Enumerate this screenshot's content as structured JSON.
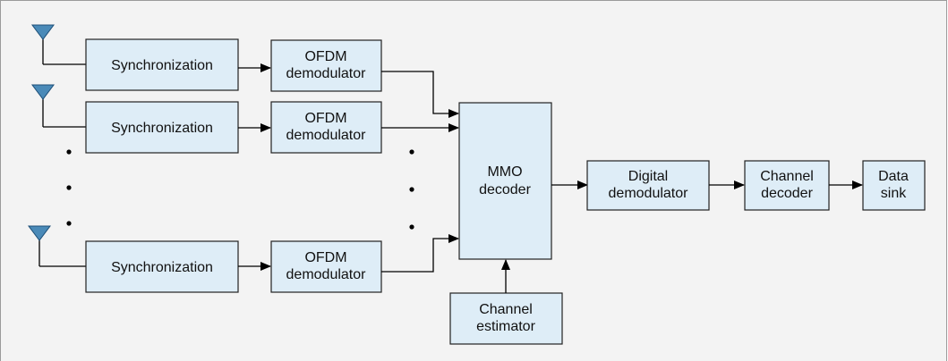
{
  "blocks": {
    "sync_1": "Synchronization",
    "sync_2": "Synchronization",
    "sync_n": "Synchronization",
    "ofdm_1": [
      "OFDM",
      "demodulator"
    ],
    "ofdm_2": [
      "OFDM",
      "demodulator"
    ],
    "ofdm_n": [
      "OFDM",
      "demodulator"
    ],
    "mimo_decoder": [
      "MMO",
      "decoder"
    ],
    "channel_estimator": [
      "Channel",
      "estimator"
    ],
    "digital_demodulator": [
      "Digital",
      "demodulator"
    ],
    "channel_decoder": [
      "Channel",
      "decoder"
    ],
    "data_sink": [
      "Data",
      "sink"
    ]
  },
  "colors": {
    "block_fill": "#deedf7",
    "antenna": "#4a8ab8",
    "background": "#f3f3f3"
  },
  "icons": {
    "antenna": "antenna-icon",
    "ellipsis": "vertical-ellipsis"
  }
}
